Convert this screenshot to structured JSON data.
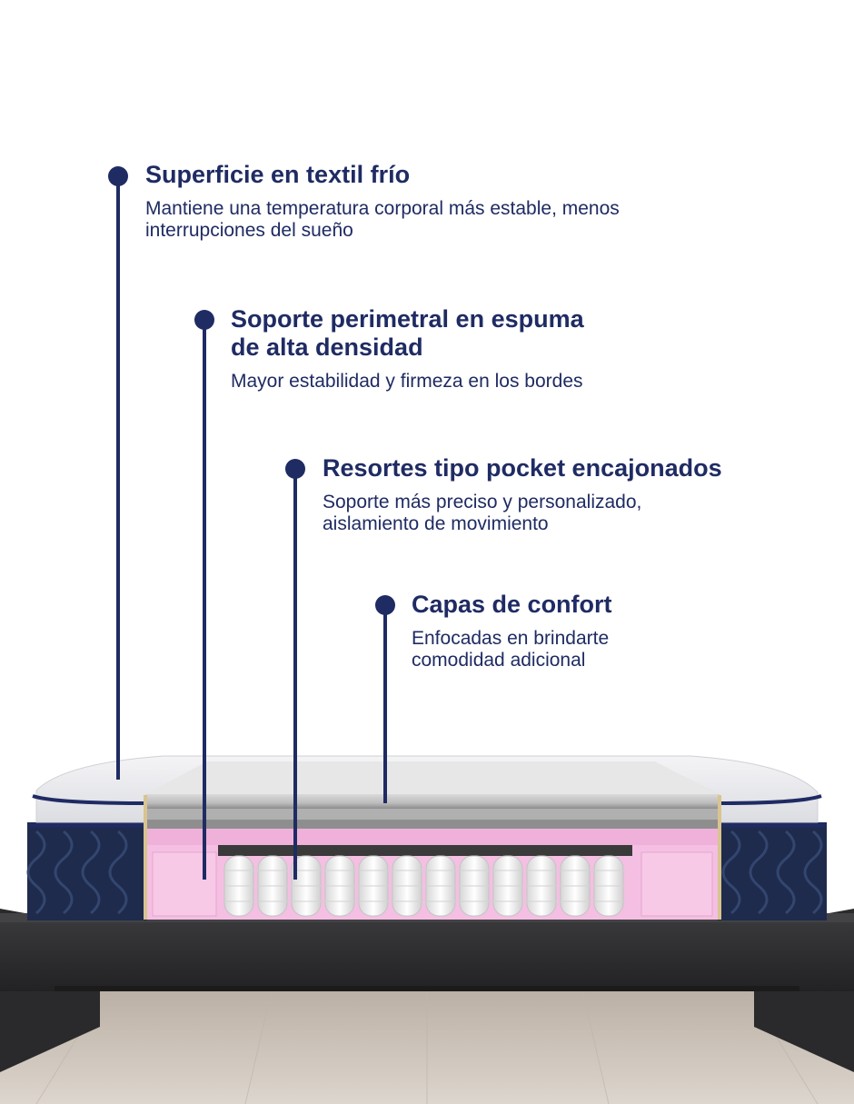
{
  "colors": {
    "accent": "#1f2b63",
    "foam_pink": "#f4bfe2",
    "frame": "#2f2f31",
    "floor": "#cfc6bc",
    "mattress_side": "#1e2b4d"
  },
  "callouts": [
    {
      "title": "Superficie en textil frío",
      "desc_lines": [
        "Mantiene una temperatura corporal más estable, menos",
        "interrupciones del sueño"
      ]
    },
    {
      "title_lines": [
        "Soporte perimetral en espuma",
        "de alta densidad"
      ],
      "desc_lines": [
        "Mayor estabilidad y firmeza en los bordes"
      ]
    },
    {
      "title": "Resortes tipo pocket encajonados",
      "desc_lines": [
        "Soporte más preciso y personalizado,",
        "aislamiento de movimiento"
      ]
    },
    {
      "title": "Capas de confort",
      "desc_lines": [
        "Enfocadas en brindarte",
        "comodidad adicional"
      ]
    }
  ]
}
